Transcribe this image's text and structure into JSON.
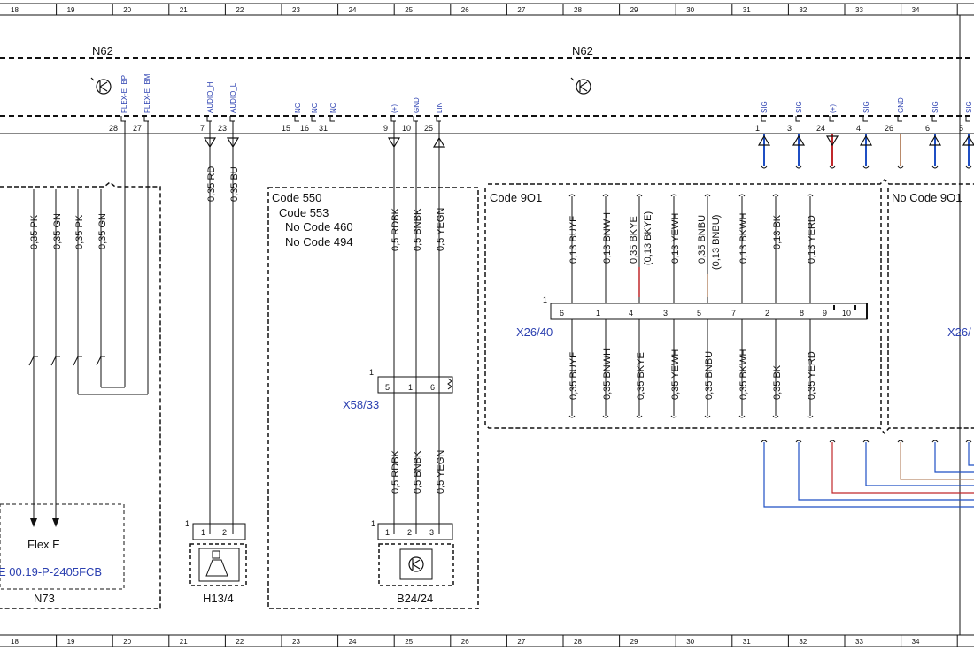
{
  "grid": {
    "top": [
      "18",
      "19",
      "20",
      "21",
      "22",
      "23",
      "24",
      "25",
      "26",
      "27",
      "28",
      "29",
      "30",
      "31",
      "32",
      "33",
      "34"
    ],
    "bottom": [
      "18",
      "19",
      "20",
      "21",
      "22",
      "23",
      "24",
      "25",
      "26",
      "27",
      "28",
      "29",
      "30",
      "31",
      "32",
      "33",
      "34"
    ]
  },
  "module": {
    "name_left": "N62",
    "name_right": "N62",
    "pin_labels": {
      "flex_bp": "FLEX-E_BP",
      "flex_bm": "FLEX-E_BM",
      "audio_h": "AUDIO_H",
      "audio_l": "AUDIO_L",
      "nc1": "NC",
      "nc2": "NC",
      "nc3": "NC",
      "plus": "(+)",
      "gnd": "GND",
      "lin": "LIN",
      "sig1": "SIG",
      "sig3": "SIG",
      "plus24": "(+)",
      "sig4": "SIG",
      "gnd26": "GND",
      "sig6": "SIG",
      "sig5": "SIG"
    },
    "pins": {
      "p28": "28",
      "p27": "27",
      "p7": "7",
      "p23": "23",
      "p15": "15",
      "p16": "16",
      "p31": "31",
      "p9": "9",
      "p10": "10",
      "p25": "25",
      "p1": "1",
      "p3": "3",
      "p24": "24",
      "p4": "4",
      "p26": "26",
      "p6": "6",
      "p5": "5"
    }
  },
  "wires": {
    "pk1": "0,35 PK",
    "gn1": "0,35 GN",
    "pk2": "0,35 PK",
    "gn2": "0,35 GN",
    "rd": "0,35 RD",
    "bu": "0,35 BU",
    "rdbk": "0,5 RDBK",
    "bnbk": "0,5 BNBK",
    "yegn": "0,5 YEGN",
    "rdbk2": "0,5 RDBK",
    "bnbk2": "0,5 BNBK",
    "yegn2": "0,5 YEGN",
    "upper": {
      "buye": "0,13 BUYE",
      "bnwh": "0,13 BNWH",
      "bkye": "0,35 BKYE",
      "bkye_alt": "(0,13 BKYE)",
      "yewh": "0,13 YEWH",
      "bnbu": "0,35 BNBU",
      "bnbu_alt": "(0,13 BNBU)",
      "bkwh": "0,13 BKWH",
      "bk": "0,13 BK",
      "yerd": "0,13 YERD"
    },
    "lower": {
      "buye": "0,35 BUYE",
      "bnwh": "0,35 BNWH",
      "bkye": "0,35 BKYE",
      "yewh": "0,35 YEWH",
      "bnbu": "0,35 BNBU",
      "bkwh": "0,35 BKWH",
      "bk": "0,35 BK",
      "yerd": "0,35 YERD"
    }
  },
  "codes": {
    "c550": "Code 550",
    "c553": "Code 553",
    "nc460": "No Code 460",
    "nc494": "No Code 494",
    "c901": "Code 9O1",
    "nc901": "No Code 9O1"
  },
  "connectors": {
    "x26_40": "X26/40",
    "x26_40_pins": [
      "6",
      "1",
      "4",
      "3",
      "5",
      "7",
      "2",
      "8",
      "9",
      "10"
    ],
    "x26_40_one": "1",
    "x26_right": "X26/",
    "x58_33": "X58/33",
    "x58_pins": [
      "5",
      "1",
      "6"
    ],
    "x58_one": "1",
    "h13_pins": [
      "1",
      "2"
    ],
    "h13_one": "1",
    "b24_pins": [
      "1",
      "2",
      "3"
    ],
    "b24_one": "1"
  },
  "components": {
    "n73": "N73",
    "flex_e": "Flex E",
    "flex_ref": "E 00.19-P-2405FCB",
    "h13_4": "H13/4",
    "b24_24": "B24/24"
  },
  "colors": {
    "blue": "#1f4fc4",
    "red": "#c0282b",
    "brown": "#b98a6a",
    "ink": "#111111",
    "label_blue": "#2a3fb0"
  }
}
